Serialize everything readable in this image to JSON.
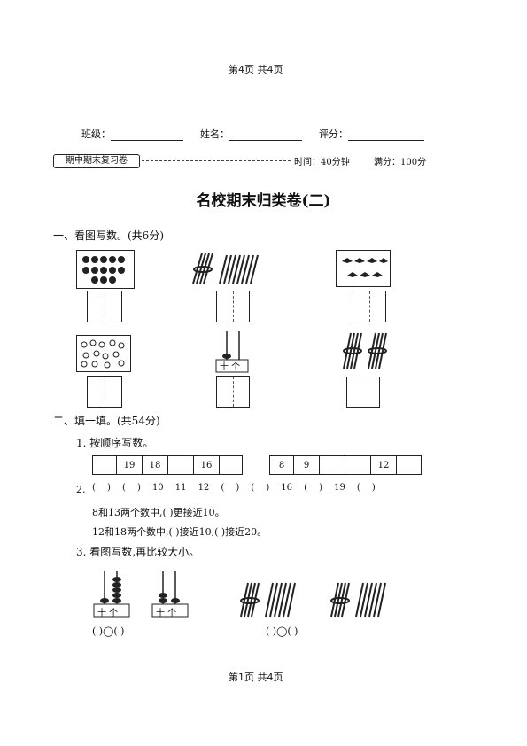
{
  "page_top": "第4页  共4页",
  "page_bottom": "第1页  共4页",
  "info": {
    "class_label": "班级：",
    "name_label": "姓名：",
    "score_label": "评分："
  },
  "banner": {
    "tag": "期中期末复习卷",
    "time": "时间：40分钟",
    "full": "满分：100分"
  },
  "title": "名校期末归类卷(二)",
  "sec1": {
    "heading": "一、看图写数。(共6分)"
  },
  "sec2": {
    "heading": "二、填一填。(共54分)",
    "q1_label": "1. 按顺序写数。",
    "seq1": [
      "",
      "19",
      "18",
      "",
      "16",
      ""
    ],
    "seq2": [
      "8",
      "9",
      "",
      "",
      "12",
      ""
    ],
    "q2_label": "2.",
    "numline": [
      "(",
      ")",
      "(",
      ")",
      "10",
      "11",
      "12",
      "(",
      ")",
      "(",
      ")",
      "16",
      "(",
      ")",
      "19",
      "(",
      ")"
    ],
    "q2_line1": "8和13两个数中,(    )更接近10。",
    "q2_line2": "12和18两个数中,(    )接近10,(    )接近20。",
    "q3_label": "3. 看图写数,再比较大小。",
    "abacus_ten": "十",
    "abacus_one": "个",
    "compare": "(      )◯(      )"
  },
  "abacus_label": "十 个"
}
